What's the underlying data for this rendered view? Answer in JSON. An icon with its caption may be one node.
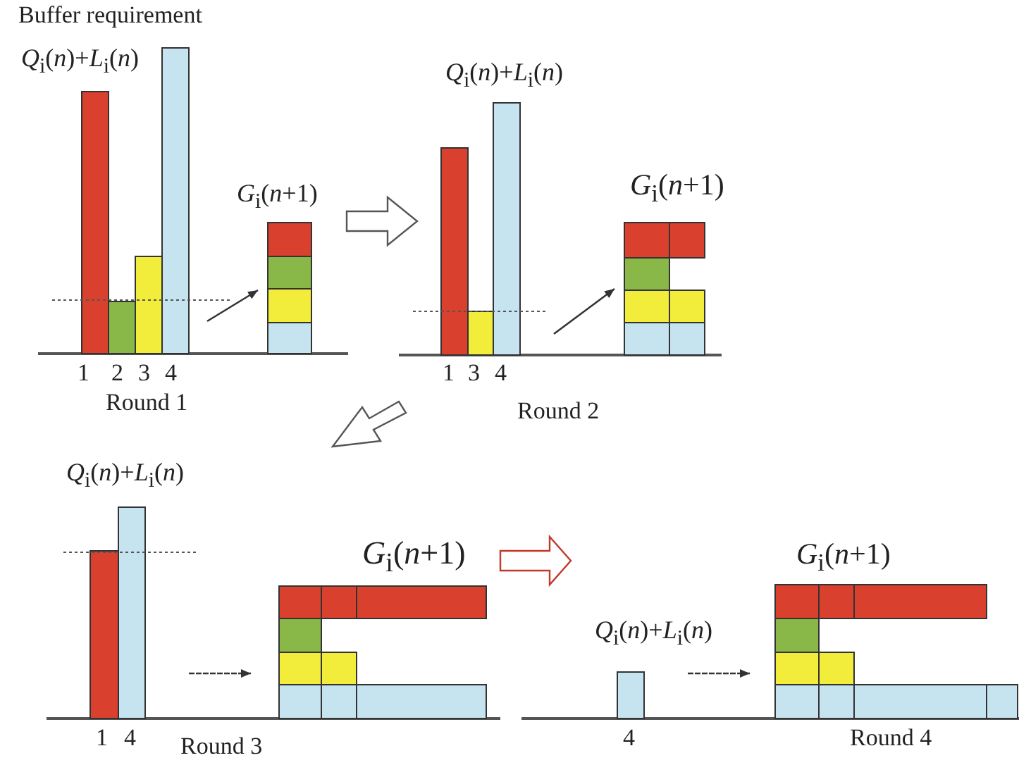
{
  "diagram": {
    "labels": [
      "Buffer requirement",
      "*Q*$_{i}$(*n*)+*L*$_{i}$(*n*)",
      "*G*$_{i}$(*n*+1)",
      "1",
      "2",
      "3",
      "4",
      "Round 1",
      "*Q*$_{i}$(*n*)+*L*$_{i}$(*n*)",
      "*G*$_{i}$(*n*+1)",
      "1",
      "3",
      "4",
      "Round 2",
      "*Q*$_{i}$(*n*)+*L*$_{i}$(*n*)",
      "*G*$_{i}$(*n*+1)",
      "1",
      "4",
      "Round 3",
      "*Q*$_{i}$(*n*)+*L*$_{i}$(*n*)",
      "*G*$_{i}$(*n*+1)",
      "4",
      "Round 4"
    ]
  }
}
